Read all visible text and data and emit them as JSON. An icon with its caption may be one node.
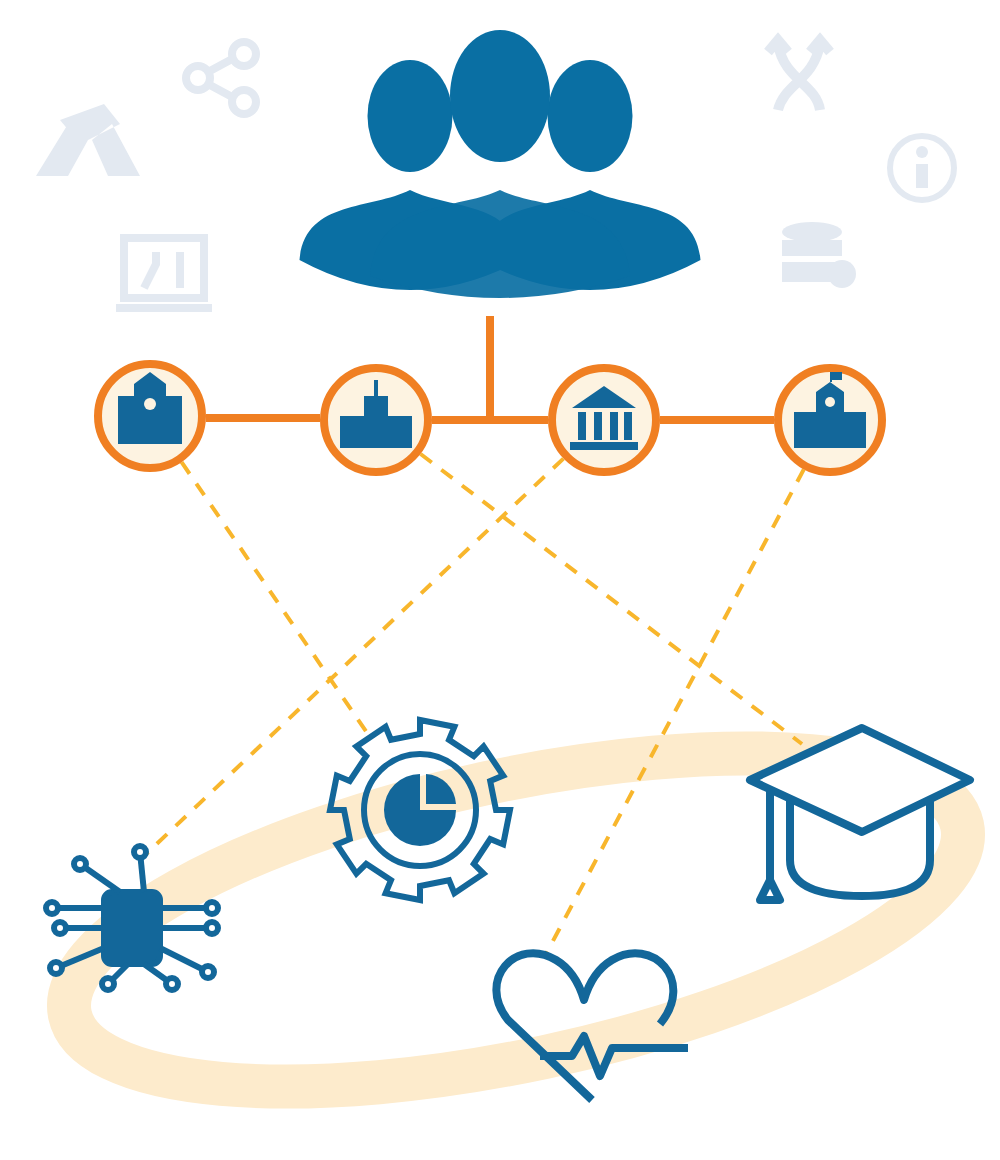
{
  "diagram": {
    "nodes": [
      {
        "text": [],
        "shape": "person"
      },
      {
        "text": [],
        "shape": "circle"
      },
      {
        "text": [],
        "shape": "circle"
      },
      {
        "text": [],
        "shape": "circle"
      },
      {
        "text": [],
        "shape": "circle"
      },
      {
        "text": [],
        "shape": "chip"
      },
      {
        "text": [],
        "shape": "gear"
      },
      {
        "text": [],
        "shape": "cap"
      },
      {
        "text": [],
        "shape": "heart"
      }
    ],
    "edges": [
      {
        "from": 0,
        "to": 2,
        "arrow": "none",
        "style": "thick"
      },
      {
        "from": 0,
        "to": 3,
        "arrow": "none",
        "style": "thick"
      },
      {
        "from": 1,
        "to": 2,
        "arrow": "none",
        "style": "thick"
      },
      {
        "from": 3,
        "to": 4,
        "arrow": "none",
        "style": "thick"
      },
      {
        "from": 1,
        "to": 6,
        "arrow": "none",
        "style": "dashed",
        "color": "#f8b62c"
      },
      {
        "from": 2,
        "to": 7,
        "arrow": "none",
        "style": "dashed",
        "color": "#f8b62c"
      },
      {
        "from": 3,
        "to": 5,
        "arrow": "none",
        "style": "dashed",
        "color": "#f8b62c"
      },
      {
        "from": 4,
        "to": 8,
        "arrow": "none",
        "style": "dashed",
        "color": "#f8b62c"
      }
    ]
  }
}
